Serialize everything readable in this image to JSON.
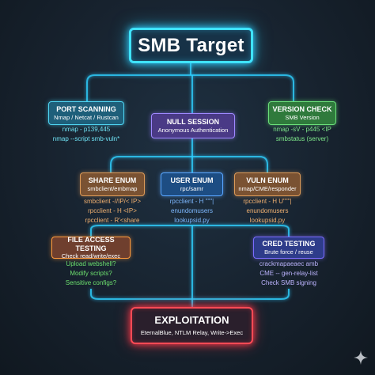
{
  "root": {
    "title": "SMB Target"
  },
  "port_scanning": {
    "title": "PORT SCANNING",
    "subtitle": "Nmap / Netcat / Rustcan",
    "notes": [
      "nmap - p139,445",
      "nmap --script smb-vuln*"
    ]
  },
  "null_session": {
    "title": "NULL SESSION",
    "subtitle": "Anonymous Authentication"
  },
  "version_check": {
    "title": "VERSION CHECK",
    "subtitle": "SMB Version",
    "notes": [
      "nmap -sV - p445 <IP",
      "smbstatus (server)"
    ]
  },
  "share_enum": {
    "title": "SHARE ENUM",
    "subtitle": "smbclient/embmap",
    "notes": [
      "smbclient -//IP/< IP>",
      "rpcclient - H <IP>",
      "rpcclient - R'<share"
    ]
  },
  "user_enum": {
    "title": "USER ENUM",
    "subtitle": "rpc/samr",
    "notes": [
      "rpcclient - H \"\"\"|",
      "enundomusers",
      "lookupsid.py"
    ]
  },
  "vuln_enum": {
    "title": "VULN ENUM",
    "subtitle": "nmap/CME/responder",
    "notes": [
      "rpcclient - H U\"\"\"|",
      "enundomusers",
      "lookupsid.py"
    ]
  },
  "file_access": {
    "title": "FILE ACCESS TESTING",
    "subtitle": "Check read/write/exec",
    "notes": [
      "Upload webshell?",
      "Modify scripts?",
      "Sensitive configs?"
    ]
  },
  "cred_testing": {
    "title": "CRED TESTING",
    "subtitle": "Brute force / reuse",
    "notes": [
      "crackmapaeaec amb",
      "CME -- gen-relay-list",
      "Check SMB signing"
    ]
  },
  "exploitation": {
    "title": "EXPLOITATION",
    "subtitle": "EternalBlue, NTLM Relay, Write->Exec"
  },
  "icons": {
    "corner": "sparkle-icon"
  },
  "colors": {
    "connector": "#2fd0ff",
    "root_border": "#3fe3ff",
    "exploit_border": "#ff4a55",
    "port": "#1e5f7a",
    "null": "#4a3a86",
    "version": "#2f7a3c",
    "share": "#7a5232",
    "user": "#1d4d83",
    "vuln": "#7a5232",
    "file": "#6f3f2e",
    "cred": "#2e3c8a"
  }
}
